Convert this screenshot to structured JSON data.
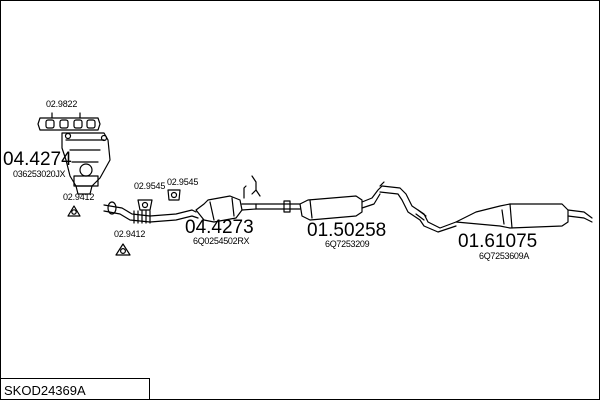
{
  "diagram_code": "SKOD24369A",
  "parts": {
    "manifold": {
      "number": "04.4274",
      "oem": "036253020JX"
    },
    "gasket_manifold": "02.9822",
    "gasket_left": "02.9412",
    "gasket_lower": "02.9412",
    "gasket_clamp_1": "02.9545",
    "gasket_clamp_2": "02.9545",
    "catalyst": {
      "number": "04.4273",
      "oem": "6Q0254502RX"
    },
    "middle_silencer": {
      "number": "01.50258",
      "oem": "6Q7253209"
    },
    "rear_silencer": {
      "number": "01.61075",
      "oem": "6Q7253609A"
    }
  },
  "colors": {
    "line": "#000000",
    "background": "#ffffff"
  }
}
